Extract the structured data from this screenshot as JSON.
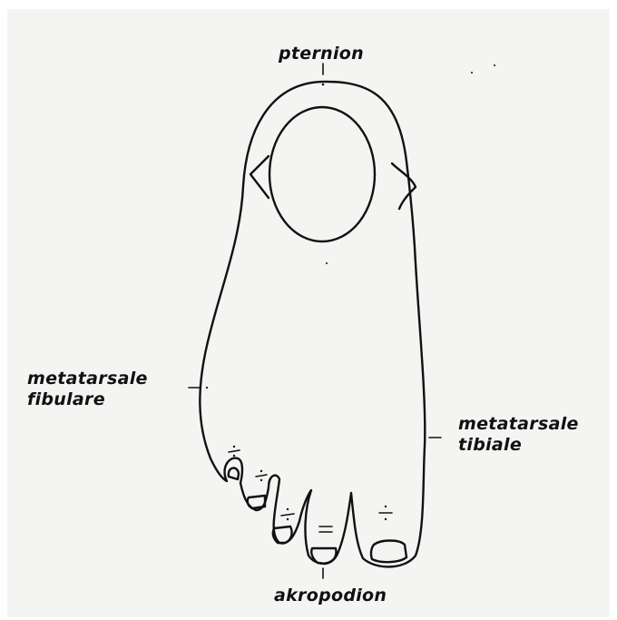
{
  "diagram": {
    "labels": {
      "pternion": "pternion",
      "akropodion": "akropodion",
      "metatarsale_fibulare": {
        "line1": "metatarsale",
        "line2": "fibulare"
      },
      "metatarsale_tibiale": {
        "line1": "metatarsale",
        "line2": "tibiale"
      }
    },
    "colors": {
      "ink": "#111111",
      "paper": "#f4f4f3"
    }
  }
}
